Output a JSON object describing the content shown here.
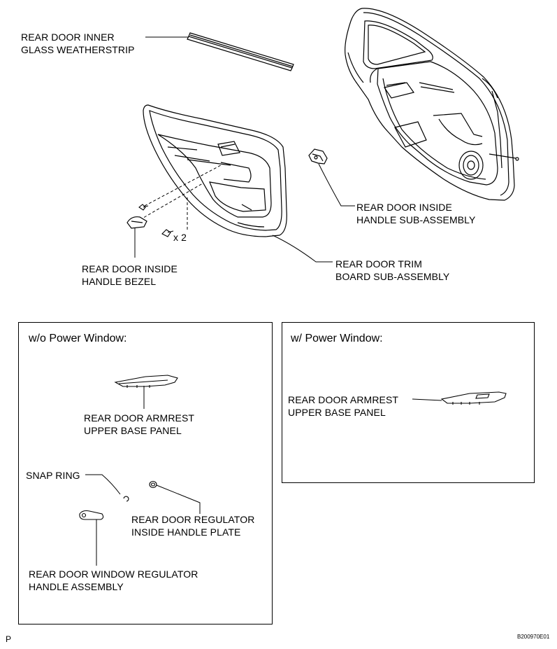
{
  "labels": {
    "weatherstrip": [
      "REAR DOOR INNER",
      "GLASS WEATHERSTRIP"
    ],
    "inside_handle": [
      "REAR DOOR INSIDE",
      "HANDLE SUB-ASSEMBLY"
    ],
    "handle_bezel": [
      "REAR DOOR INSIDE",
      "HANDLE BEZEL"
    ],
    "trim_board": [
      "REAR DOOR TRIM",
      "BOARD SUB-ASSEMBLY"
    ],
    "clip_qty": "x 2"
  },
  "panel_left": {
    "header": "w/o Power Window:",
    "armrest": [
      "REAR DOOR ARMREST",
      "UPPER BASE PANEL"
    ],
    "snap_ring": "SNAP RING",
    "handle_plate": [
      "REAR DOOR REGULATOR",
      "INSIDE HANDLE PLATE"
    ],
    "regulator_handle": [
      "REAR DOOR WINDOW REGULATOR",
      "HANDLE ASSEMBLY"
    ]
  },
  "panel_right": {
    "header": "w/ Power Window:",
    "armrest": [
      "REAR DOOR ARMREST",
      "UPPER BASE PANEL"
    ]
  },
  "footer": {
    "left_mark": "P",
    "figure_code": "B200970E01"
  }
}
